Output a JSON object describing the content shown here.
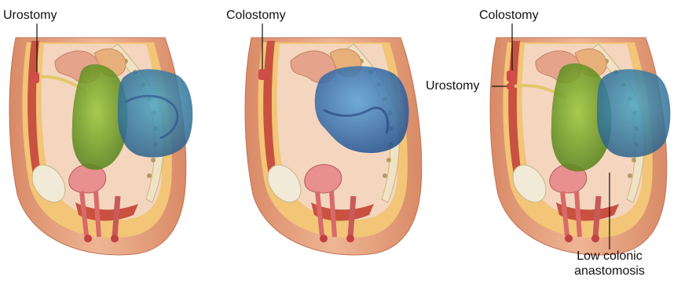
{
  "panels": [
    {
      "labels": {
        "urostomy": "Urostomy"
      }
    },
    {
      "labels": {
        "colostomy": "Colostomy"
      }
    },
    {
      "labels": {
        "colostomy": "Colostomy",
        "urostomy": "Urostomy",
        "anastomosis_line1": "Low colonic",
        "anastomosis_line2": "anastomosis"
      }
    }
  ],
  "colors": {
    "skin": "#e9a987",
    "skin_dark": "#cf7f5e",
    "fat": "#f3c16a",
    "muscle": "#c9513f",
    "spine": "#efe3c4",
    "green_field": "#7fae2c",
    "blue_field": "#2b6fb3",
    "teal_field": "#3f8fa8"
  }
}
